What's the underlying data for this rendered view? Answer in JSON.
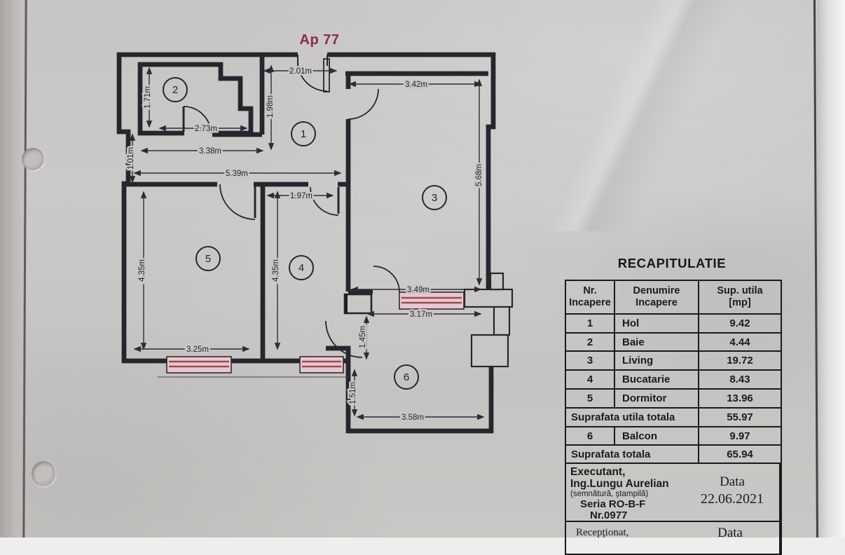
{
  "page": {
    "title": "Ap 77"
  },
  "plan": {
    "room_numbers": [
      "1",
      "2",
      "3",
      "4",
      "5",
      "6"
    ],
    "dims": [
      "2.01m",
      "1.98m",
      "3.42m",
      "1.71m",
      "2.73m",
      "3.38m",
      "1.01m",
      "5.39m",
      "1.97m",
      "5.68m",
      "4.35m",
      "4.35m",
      "3.49m",
      "3.17m",
      "1.45m",
      "3.25m",
      "1.51m",
      "3.58m"
    ]
  },
  "recap": {
    "title": "RECAPITULATIE",
    "headers": [
      {
        "l1": "Nr.",
        "l2": "Incapere"
      },
      {
        "l1": "Denumire",
        "l2": "Incapere"
      },
      {
        "l1": "Sup. utila",
        "l2": "[mp]"
      }
    ],
    "rows": [
      {
        "nr": "1",
        "name": "Hol",
        "area": "9.42"
      },
      {
        "nr": "2",
        "name": "Baie",
        "area": "4.44"
      },
      {
        "nr": "3",
        "name": "Living",
        "area": "19.72"
      },
      {
        "nr": "4",
        "name": "Bucatarie",
        "area": "8.43"
      },
      {
        "nr": "5",
        "name": "Dormitor",
        "area": "13.96"
      }
    ],
    "total_utila": {
      "label": "Suprafata utila totala",
      "value": "55.97"
    },
    "balcony_row": {
      "nr": "6",
      "name": "Balcon",
      "area": "9.97"
    },
    "total": {
      "label": "Suprafata totala",
      "value": "65.94"
    },
    "executant": {
      "role": "Executant,",
      "name": "Ing.Lungu Aurelian",
      "note": "(semnătură, ştampilă)",
      "seria": "Seria RO-B-F",
      "nr": "Nr.0977",
      "data_label": "Data",
      "data_value": "22.06.2021"
    },
    "receptionat": {
      "label": "Recepţionat,",
      "data_label": "Data"
    }
  },
  "colors": {
    "title_ink": "#8a2b52",
    "drawing_ink": "#26262e",
    "window_fill": "#e9c8cd",
    "window_stripe": "#9c4a56",
    "paper": "#c9c7c5"
  }
}
